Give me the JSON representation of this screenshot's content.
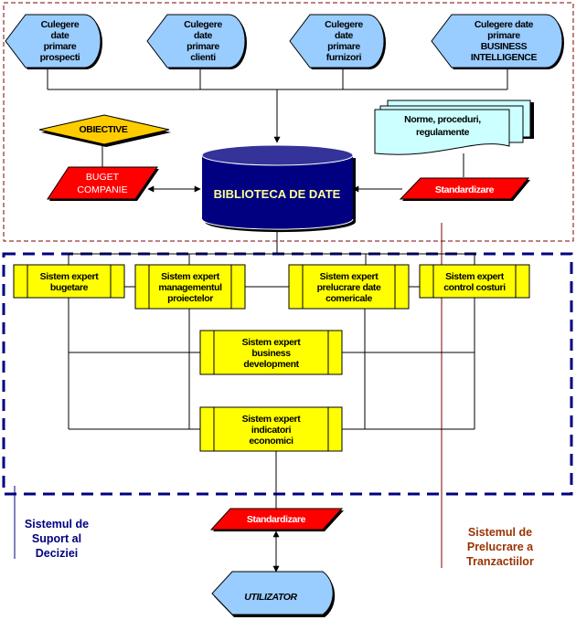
{
  "colors": {
    "input_fill": "#99ccff",
    "doc_fill": "#ccffff",
    "expert_fill": "#ffff00",
    "decision_fill": "#ffcc00",
    "red_fill": "#ff0000",
    "db_fill": "#000080",
    "db_text": "#ffff99",
    "dss_color": "#000080",
    "tps_color": "#800000"
  },
  "inputs": [
    {
      "lines": [
        "Culegere",
        "date",
        "primare",
        "prospecti"
      ]
    },
    {
      "lines": [
        "Culegere",
        "date",
        "primare",
        "clienti"
      ]
    },
    {
      "lines": [
        "Culegere",
        "date",
        "primare",
        "furnizori"
      ]
    },
    {
      "lines": [
        "Culegere date",
        "primare",
        "BUSINESS",
        "INTELLIGENCE"
      ]
    }
  ],
  "objective": "OBIECTIVE",
  "budget": [
    "BUGET",
    "COMPANIE"
  ],
  "database": "BIBLIOTECA DE DATE",
  "norms": [
    "Norme, proceduri,",
    "regulamente"
  ],
  "standardize_top": "Standardizare",
  "experts": [
    {
      "lines": [
        "Sistem expert",
        "bugetare"
      ]
    },
    {
      "lines": [
        "Sistem expert",
        "managementul",
        "proiectelor"
      ]
    },
    {
      "lines": [
        "Sistem expert",
        "prelucrare date",
        "comericale"
      ]
    },
    {
      "lines": [
        "Sistem expert",
        "control costuri"
      ]
    },
    {
      "lines": [
        "Sistem expert",
        "business",
        "development"
      ]
    },
    {
      "lines": [
        "Sistem expert",
        "indicatori",
        "economici"
      ]
    }
  ],
  "standardize_bottom": "Standardizare",
  "user": "UTILIZATOR",
  "dss_label": [
    "Sistemul de",
    "Suport al",
    "Deciziei"
  ],
  "tps_label": [
    "Sistemul de",
    "Prelucrare a",
    "Tranzactiilor"
  ]
}
